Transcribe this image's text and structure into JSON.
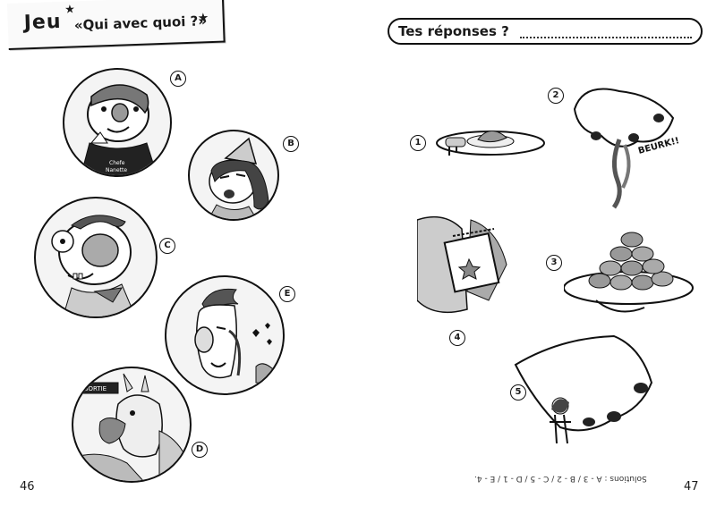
{
  "left_page": {
    "title_jeu": "Jeu",
    "title_sub": "«Qui avec quoi ?»",
    "circle_letters": [
      "A",
      "B",
      "C",
      "E",
      "D"
    ],
    "apron_text_line1": "Chefe",
    "apron_text_line2": "Nanette",
    "sign_text": "SORTIE",
    "page_number": "46"
  },
  "right_page": {
    "answers_label": "Tes réponses ?",
    "item_numbers": [
      "1",
      "2",
      "3",
      "4",
      "5"
    ],
    "exclamation": "BEURK!!",
    "solutions": "Solutions : A - 3 / B - 2 / C - 5 / D - 1 / E - 4.",
    "page_number": "47"
  }
}
